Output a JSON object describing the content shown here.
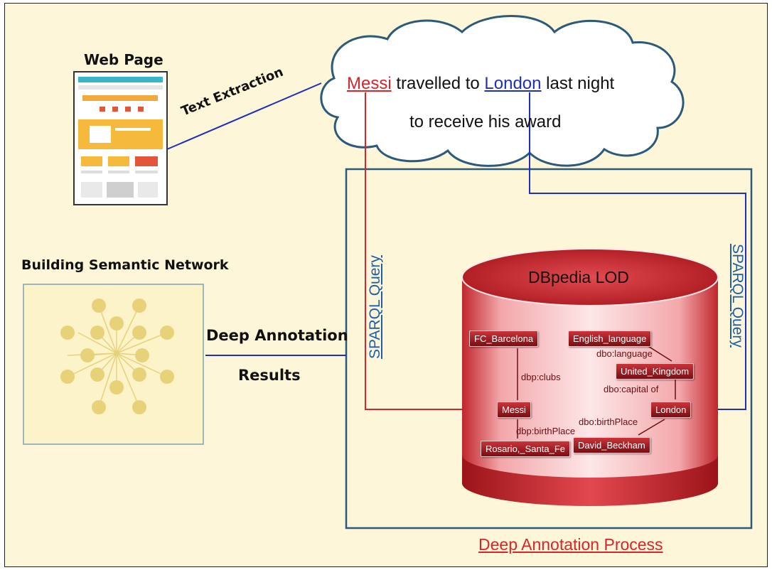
{
  "title_webpage": "Web Page",
  "edge_text_extraction": "Text Extraction",
  "cloud": {
    "entity1": "Messi",
    "text1": " travelled to ",
    "entity2": "London",
    "text2": " last night",
    "line2": "to receive his award"
  },
  "semantic_network_title": "Building Semantic Network",
  "deep_annotation_label": "Deep Annotation",
  "results_label": "Results",
  "sparql_left": "SPARQL Query",
  "sparql_right": "SPARQL Query",
  "db_title": "DBpedia LOD",
  "process_label": "Deep Annotation Process",
  "nodes": {
    "fc_barcelona": "FC_Barcelona",
    "messi": "Messi",
    "rosario": "Rosario,_Santa_Fe",
    "english_language": "English_language",
    "united_kingdom": "United_Kingdom",
    "london": "London",
    "david_beckham": "David_Beckham"
  },
  "edges": {
    "clubs": "dbp:clubs",
    "birthplace1": "dbp:birthPlace",
    "language": "dbo:language",
    "capital_of": "dbo:capital of",
    "birthplace2": "dbo:birthPlace"
  },
  "colors": {
    "background": "#fdf6d8",
    "box_border": "#2b5a7a",
    "entity_red": "#d9252a",
    "entity_blue": "#1f2fbf",
    "db_red": "#c52a30"
  }
}
